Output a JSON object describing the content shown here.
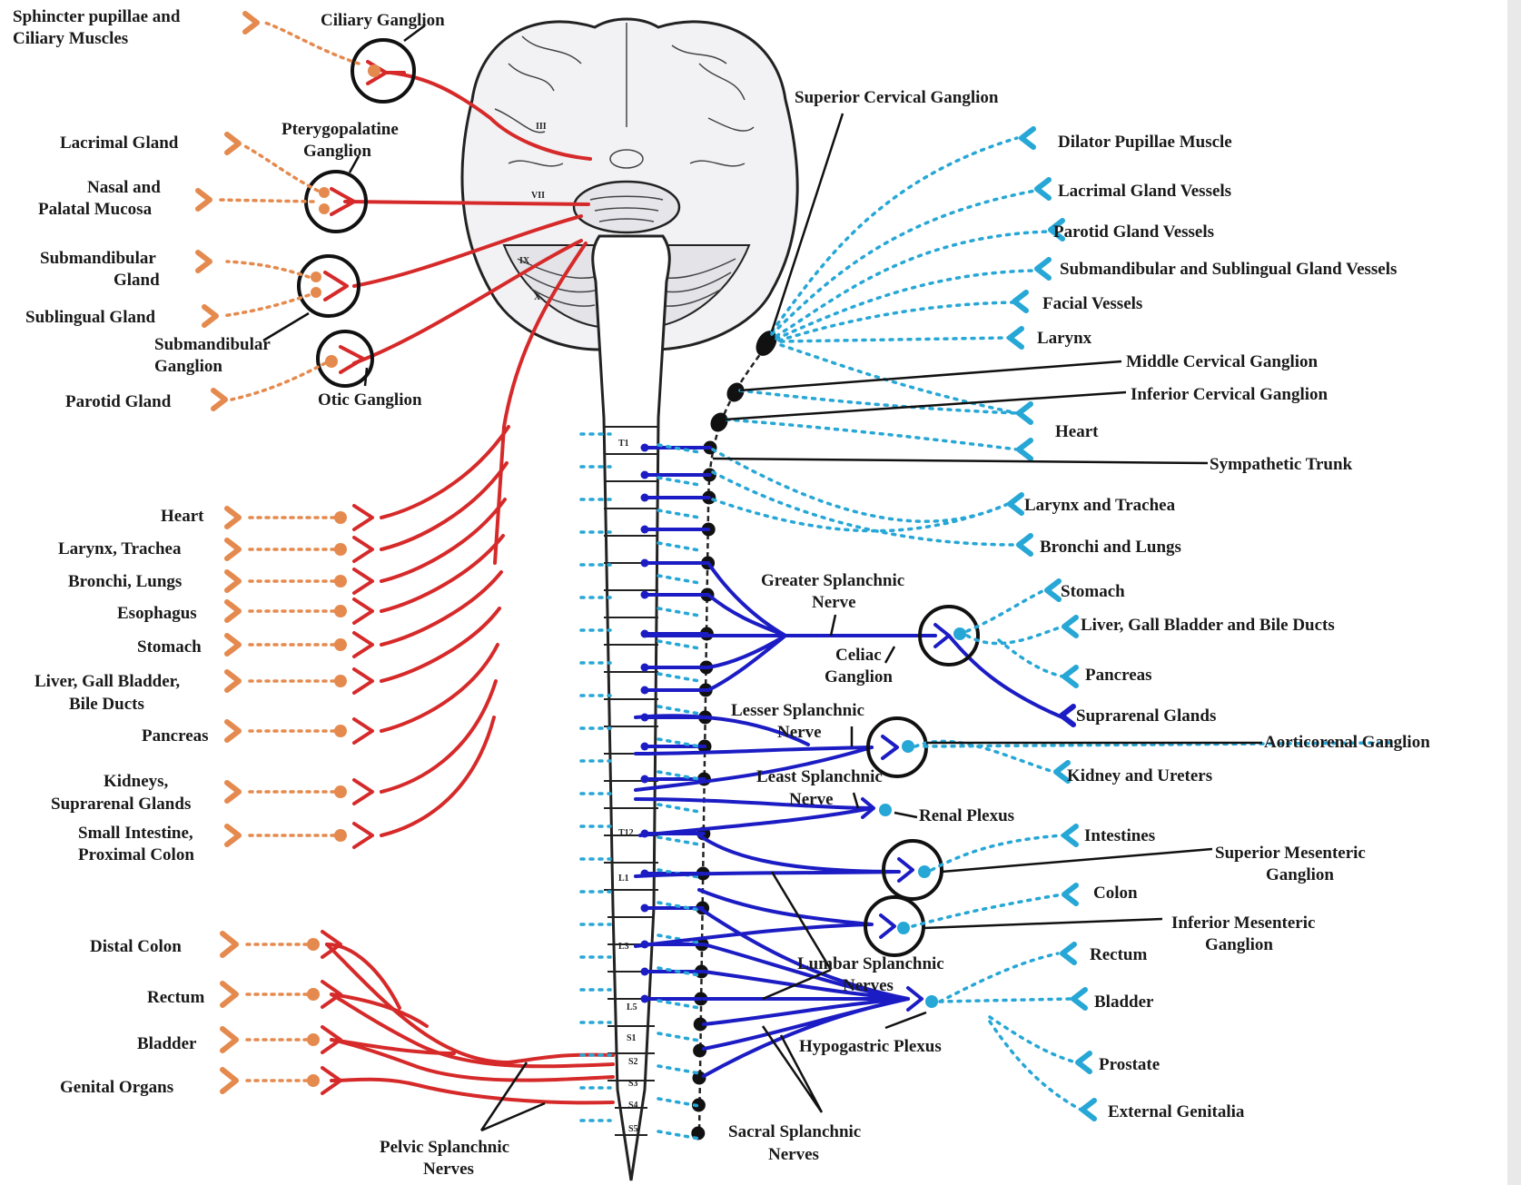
{
  "labels": {
    "sphincter": [
      "Sphincter pupillae and",
      "Ciliary Muscles"
    ],
    "ciliary_ganglion": "Ciliary Ganglion",
    "lacrimal_gland": "Lacrimal Gland",
    "pterygopalatine": [
      "Pterygopalatine",
      "Ganglion"
    ],
    "nasal_palatal": [
      "Nasal and",
      "Palatal Mucosa"
    ],
    "submandibular_gland": [
      "Submandibular",
      "Gland"
    ],
    "sublingual_gland": "Sublingual Gland",
    "submandibular_ganglion": [
      "Submandibular",
      "Ganglion"
    ],
    "parotid_gland": "Parotid Gland",
    "otic_ganglion": "Otic Ganglion",
    "left_heart": "Heart",
    "left_larynx": "Larynx, Trachea",
    "left_bronchi": "Bronchi, Lungs",
    "left_esophagus": "Esophagus",
    "left_stomach": "Stomach",
    "left_liver": [
      "Liver, Gall Bladder,",
      "Bile Ducts"
    ],
    "left_pancreas": "Pancreas",
    "left_kidneys": [
      "Kidneys,",
      "Suprarenal Glands"
    ],
    "left_small_intestine": [
      "Small Intestine,",
      "Proximal Colon"
    ],
    "left_distal_colon": "Distal Colon",
    "left_rectum": "Rectum",
    "left_bladder": "Bladder",
    "left_genital": "Genital Organs",
    "pelvic_splanchnic": [
      "Pelvic Splanchnic",
      "Nerves"
    ],
    "superior_cervical": "Superior Cervical Ganglion",
    "dilator": "Dilator Pupillae Muscle",
    "lacrimal_vessels": "Lacrimal Gland Vessels",
    "parotid_vessels": "Parotid Gland Vessels",
    "submandibular_vessels": "Submandibular and Sublingual Gland Vessels",
    "facial_vessels": "Facial Vessels",
    "larynx": "Larynx",
    "middle_cervical": "Middle Cervical Ganglion",
    "inferior_cervical": "Inferior Cervical Ganglion",
    "right_heart": "Heart",
    "sympathetic_trunk": "Sympathetic Trunk",
    "larynx_trachea": "Larynx and Trachea",
    "bronchi_lungs": "Bronchi and Lungs",
    "greater_splanchnic": [
      "Greater Splanchnic",
      "Nerve"
    ],
    "right_stomach": "Stomach",
    "right_liver": "Liver, Gall Bladder and Bile Ducts",
    "celiac": [
      "Celiac",
      "Ganglion"
    ],
    "right_pancreas": "Pancreas",
    "suprarenal": "Suprarenal Glands",
    "lesser_splanchnic": [
      "Lesser Splanchnic",
      "Nerve"
    ],
    "aorticorenal": "Aorticorenal Ganglion",
    "least_splanchnic": [
      "Least Splanchnic",
      "Nerve"
    ],
    "kidney_ureters": "Kidney and Ureters",
    "renal_plexus": "Renal Plexus",
    "intestines": "Intestines",
    "superior_mesenteric": [
      "Superior Mesenteric",
      "Ganglion"
    ],
    "colon": "Colon",
    "inferior_mesenteric": [
      "Inferior Mesenteric",
      "Ganglion"
    ],
    "lumbar_splanchnic": [
      "Lumbar Splanchnic",
      "Nerves"
    ],
    "right_rectum": "Rectum",
    "right_bladder": "Bladder",
    "hypogastric": "Hypogastric Plexus",
    "prostate": "Prostate",
    "external_genitalia": "External Genitalia",
    "sacral_splanchnic": [
      "Sacral Splanchnic",
      "Nerves"
    ]
  },
  "cranial_nerve_marks": [
    "III",
    "VII",
    "IX",
    "X"
  ],
  "vertebra_marks": [
    "T1",
    "T12",
    "L1",
    "L3",
    "L5",
    "S1",
    "S2",
    "S3",
    "S4",
    "S5"
  ],
  "colors": {
    "parasympathetic_fiber": "#d62a2a",
    "parasympathetic_postganglionic": "#e58a4e",
    "sympathetic_fiber": "#1c1cc4",
    "sympathetic_postganglionic": "#27a7d6"
  }
}
